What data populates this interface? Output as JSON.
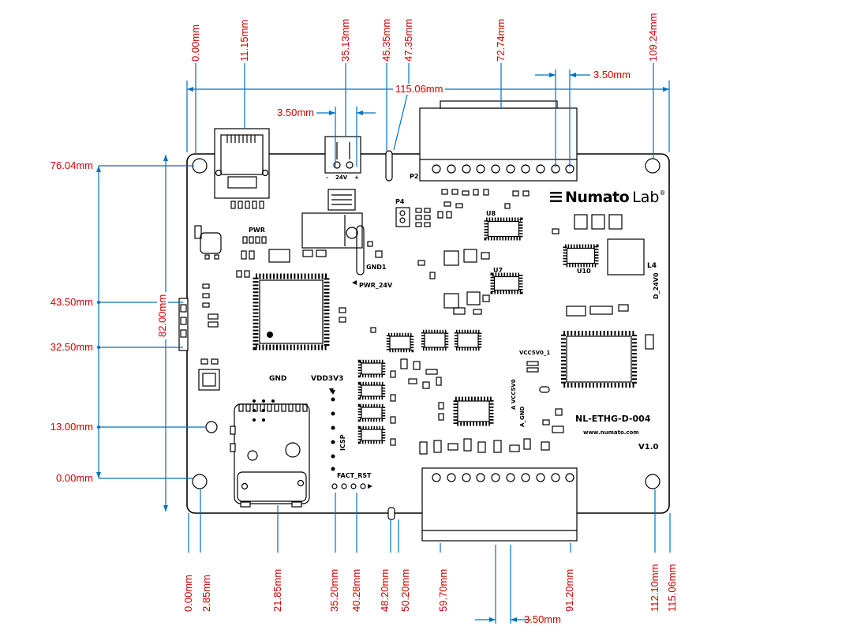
{
  "colors": {
    "dimension_text": "#d10000",
    "dimension_line": "#0070c0",
    "board_line": "#000000",
    "background": "#ffffff"
  },
  "dimensions": {
    "top": [
      {
        "label": "0.00mm"
      },
      {
        "label": "11.15mm"
      },
      {
        "label": "35.13mm"
      },
      {
        "label": "45.35mm"
      },
      {
        "label": "47.35mm"
      },
      {
        "label": "72.74mm"
      },
      {
        "label": "109.24mm"
      }
    ],
    "top_width": {
      "label": "115.06mm"
    },
    "top_pitch_power": {
      "label": "3.50mm"
    },
    "top_pitch_p2": {
      "label": "3.50mm"
    },
    "left": [
      {
        "label": "76.04mm"
      },
      {
        "label": "43.50mm"
      },
      {
        "label": "32.50mm"
      },
      {
        "label": "13.00mm"
      },
      {
        "label": "0.00mm"
      }
    ],
    "left_height": {
      "label": "82.00mm"
    },
    "bottom": [
      {
        "label": "0.00mm"
      },
      {
        "label": "2.85mm"
      },
      {
        "label": "21.85mm"
      },
      {
        "label": "35.20mm"
      },
      {
        "label": "40.28mm"
      },
      {
        "label": "48.20mm"
      },
      {
        "label": "50.20mm"
      },
      {
        "label": "59.70mm"
      },
      {
        "label": "91.20mm"
      },
      {
        "label": "112.10mm"
      },
      {
        "label": "115.06mm"
      }
    ],
    "bottom_pitch": {
      "label": "3.50mm"
    }
  },
  "board": {
    "logo": {
      "part1": "Numato",
      "part2": "Lab",
      "registered": "®"
    },
    "part_number": "NL-ETHG-D-004",
    "website": "www.numato.com",
    "version": "V1.0",
    "silkscreen": {
      "pwr": "PWR",
      "power_neg": "-",
      "power_24v": "24V",
      "power_pos": "+",
      "gnd1": "GND1",
      "pwr_24v": "PWR_24V",
      "p4": "P4",
      "p2": "P2",
      "u8": "U8",
      "u7": "U7",
      "u10": "U10",
      "l4": "L4",
      "d_24v0": "D_24V0",
      "gnd": "GND",
      "vdd3v3": "VDD3V3",
      "icsp": "ICSP",
      "fact_rst": "FACT_RST",
      "vcc5v0_1": "VCC5V0_1",
      "a_vcc5v0": "A VCC5V0",
      "a_gnd": "A_GND"
    }
  }
}
